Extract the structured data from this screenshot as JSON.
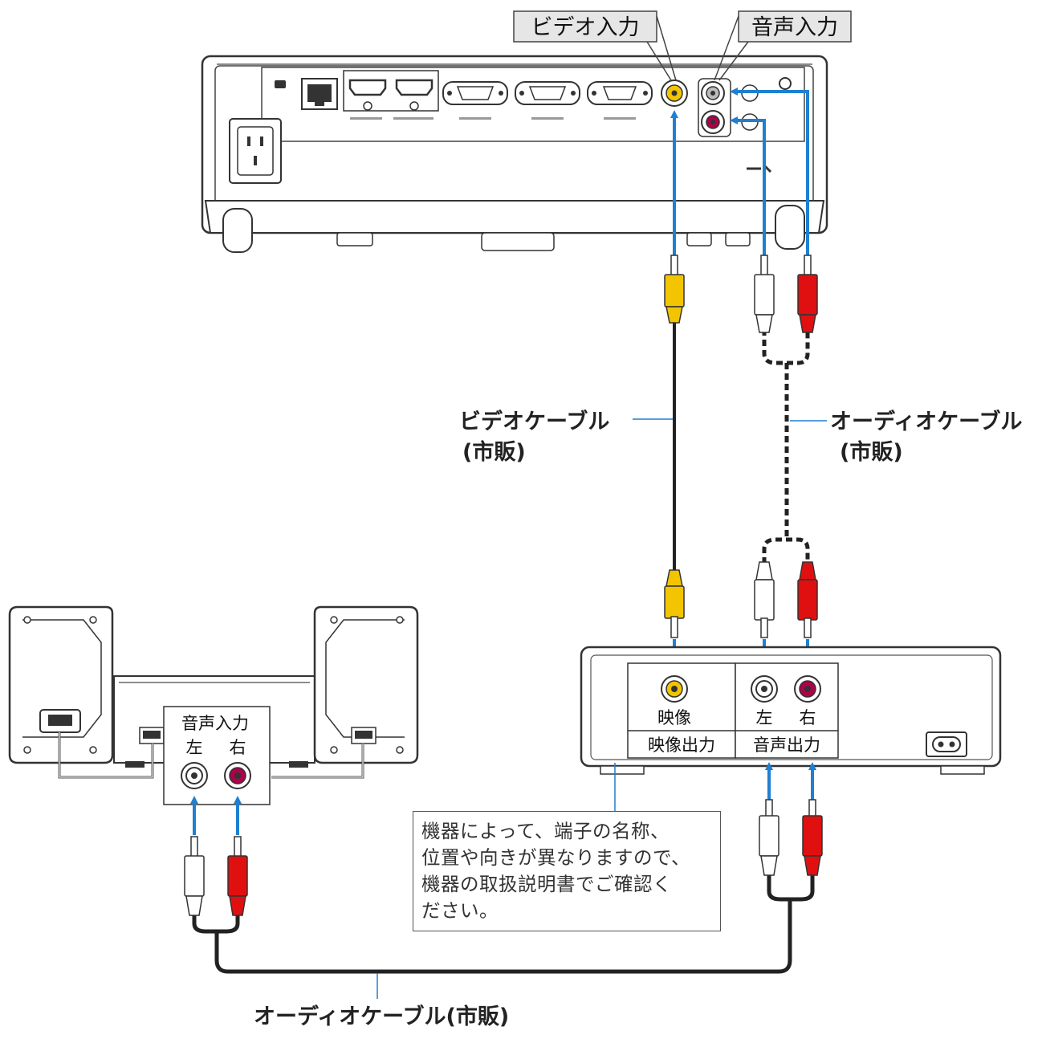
{
  "labels": {
    "video_input": "ビデオ入力",
    "audio_input": "音声入力",
    "video_cable": "ビデオケーブル",
    "video_cable_sub": "(市販)",
    "audio_cable": "オーディオケーブル",
    "audio_cable_sub": "(市販)",
    "audio_cable_bottom": "オーディオケーブル(市販)"
  },
  "source_device": {
    "video_jack_label": "映像",
    "left_jack_label": "左",
    "right_jack_label": "右",
    "video_output": "映像出力",
    "audio_output": "音声出力"
  },
  "speakers": {
    "audio_input": "音声入力",
    "left_label": "左",
    "right_label": "右"
  },
  "note": {
    "lines": [
      "機器によって、端子の名称、",
      "位置や向きが異なりますので、",
      "機器の取扱説明書でご確認く",
      "ださい。"
    ]
  },
  "colors": {
    "arrow": "#1f7fd1",
    "video_plug": "#f2c500",
    "audio_left_plug": "#ffffff",
    "audio_right_plug": "#e01010",
    "cable": "#222222"
  }
}
